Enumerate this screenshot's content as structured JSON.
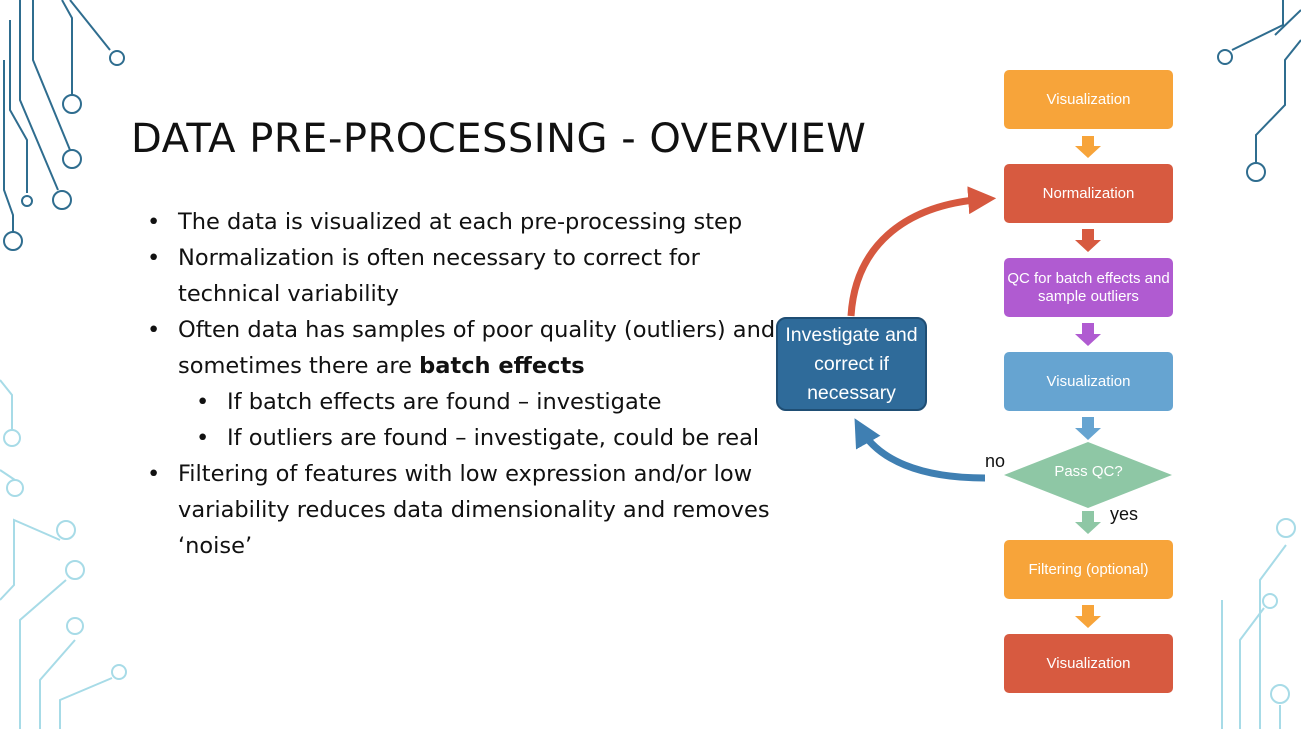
{
  "slide": {
    "title": "DATA PRE-PROCESSING - OVERVIEW",
    "bullets": [
      {
        "text": "The data is visualized at each pre-processing step"
      },
      {
        "text": "Normalization is often necessary to correct for technical variability"
      },
      {
        "text_before": "Often data has samples of poor quality (outliers) and sometimes there are ",
        "text_bold": "batch effects"
      },
      {
        "text": "If batch effects are found – investigate"
      },
      {
        "text": "If outliers are found – investigate, could be real"
      },
      {
        "text": "Filtering of features with low expression and/or low variability reduces data dimensionality and removes ‘noise’"
      }
    ]
  },
  "flowchart": {
    "steps": [
      {
        "label": "Visualization"
      },
      {
        "label": "Normalization"
      },
      {
        "label": "QC for batch effects and sample outliers"
      },
      {
        "label": "Visualization"
      },
      {
        "label": "Filtering (optional)"
      },
      {
        "label": "Visualization"
      }
    ],
    "decision": {
      "label": "Pass QC?"
    },
    "investigate": {
      "label": "Investigate and correct if necessary"
    },
    "yes_label": "yes",
    "no_label": "no"
  },
  "colors": {
    "orange": "#f7a43a",
    "red": "#d75a40",
    "purple": "#b05bd1",
    "blue": "#66a4d1",
    "green": "#8ec7a5",
    "dark_blue": "#2f6b9a",
    "arrow_red": "#d6583f",
    "arrow_blue": "#3f7fb2"
  }
}
